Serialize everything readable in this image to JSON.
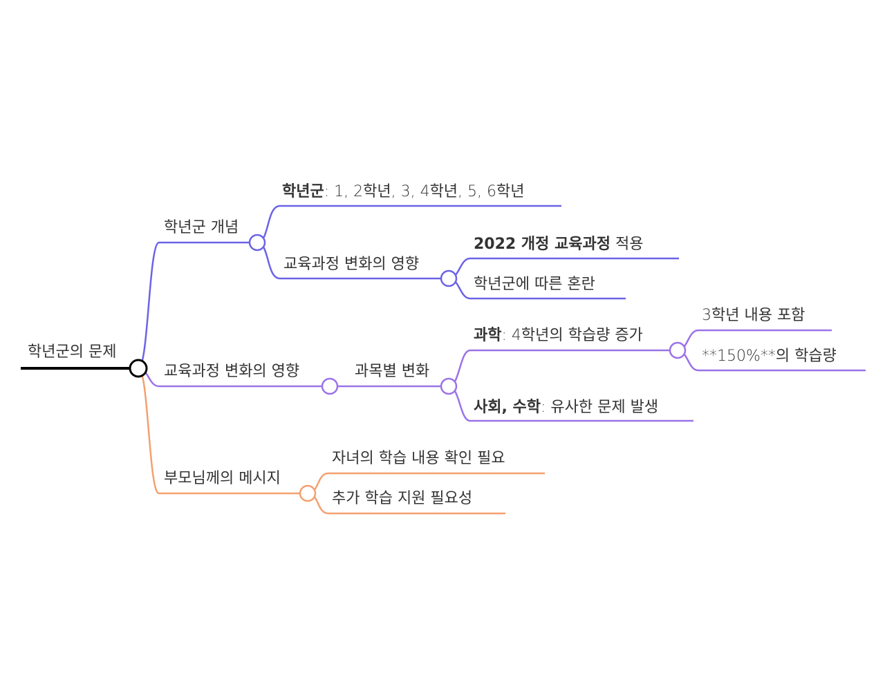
{
  "colors": {
    "root": "#000000",
    "branch1": "#6b63e6",
    "branch2": "#9b72e8",
    "branch3": "#f4a06f",
    "text": "#333333"
  },
  "mindmap": {
    "root": {
      "label": "학년군의 문제"
    },
    "concept": {
      "label": "학년군 개념",
      "grade_groups": {
        "bold": "학년군",
        "rest": ": 1, 2학년, 3, 4학년, 5, 6학년"
      },
      "curriculum": {
        "label": "교육과정 변화의 영향",
        "revision": {
          "bold": "2022 개정 교육과정",
          "rest": " 적용"
        },
        "confusion": "학년군에 따른 혼란"
      }
    },
    "impact": {
      "label": "교육과정 변화의 영향",
      "subjects": {
        "label": "과목별 변화",
        "science": {
          "bold": "과학",
          "rest": ": 4학년의 학습량 증가",
          "grade3": "3학년 내용 포함",
          "amount": "**150%**의 학습량"
        },
        "social_math": {
          "bold": "사회, 수학",
          "rest": ": 유사한 문제 발생"
        }
      }
    },
    "parents": {
      "label": "부모님께의 메시지",
      "check": "자녀의 학습 내용 확인 필요",
      "support": "추가 학습 지원 필요성"
    }
  }
}
